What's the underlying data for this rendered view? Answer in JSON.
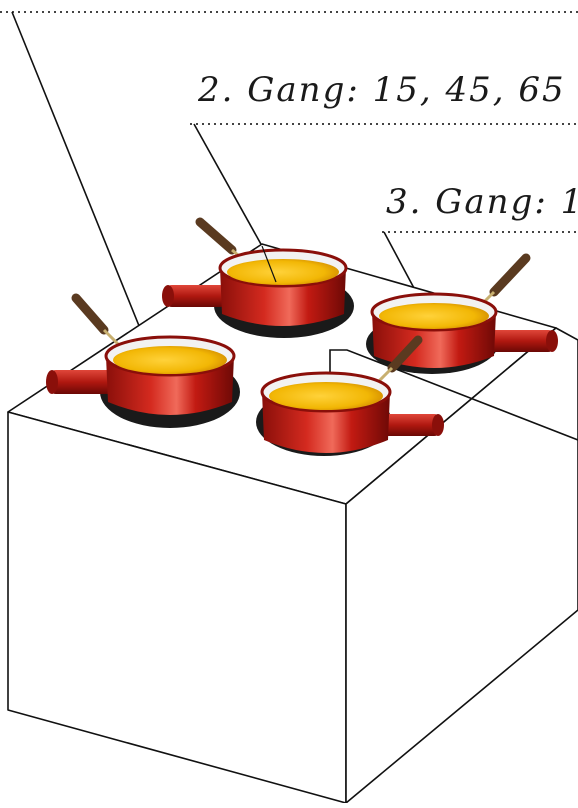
{
  "labels": {
    "gang2": "2. Gang: 15, 45, 65",
    "gang3": "3. Gang: 1"
  },
  "colors": {
    "pot_red": "#c21a12",
    "pot_dark": "#7a0c08",
    "cheese": "#f2b705",
    "line": "#111111",
    "dotted": "#444444"
  },
  "pots": [
    {
      "name": "front-left-pot"
    },
    {
      "name": "back-left-pot"
    },
    {
      "name": "back-right-pot"
    },
    {
      "name": "front-center-pot"
    }
  ]
}
